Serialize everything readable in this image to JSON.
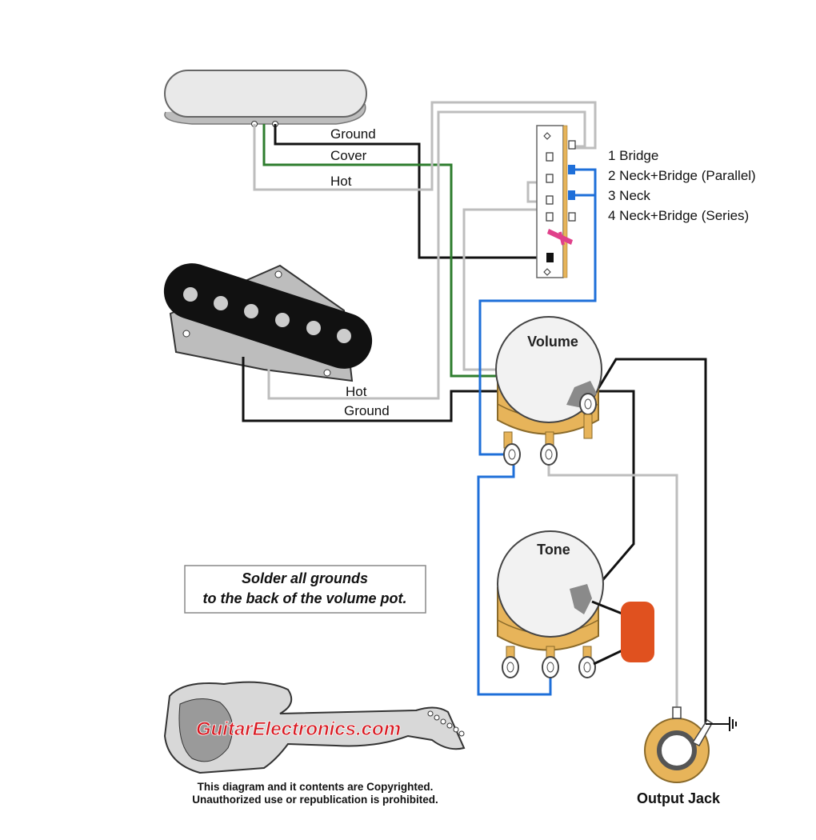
{
  "neck_pickup": {
    "ground_label": "Ground",
    "cover_label": "Cover",
    "hot_label": "Hot"
  },
  "bridge_pickup": {
    "hot_label": "Hot",
    "ground_label": "Ground"
  },
  "switch_positions": [
    "1 Bridge",
    "2 Neck+Bridge (Parallel)",
    "3 Neck",
    "4 Neck+Bridge (Series)"
  ],
  "pots": {
    "volume_label": "Volume",
    "tone_label": "Tone"
  },
  "note": {
    "line1": "Solder all grounds",
    "line2": "to the back of the volume pot."
  },
  "logo": {
    "brand": "GuitarElectronics.com"
  },
  "copyright": {
    "line1": "This diagram and it contents are Copyrighted.",
    "line2": "Unauthorized use or republication is prohibited."
  },
  "output_jack_label": "Output Jack",
  "colors": {
    "wire_black": "#111111",
    "wire_gray": "#bdbdbd",
    "wire_green": "#2e7d2e",
    "wire_blue": "#1e6fd9",
    "pot_base": "#e7b45a",
    "capacitor": "#e0511f",
    "brand_red": "#d81a22"
  }
}
